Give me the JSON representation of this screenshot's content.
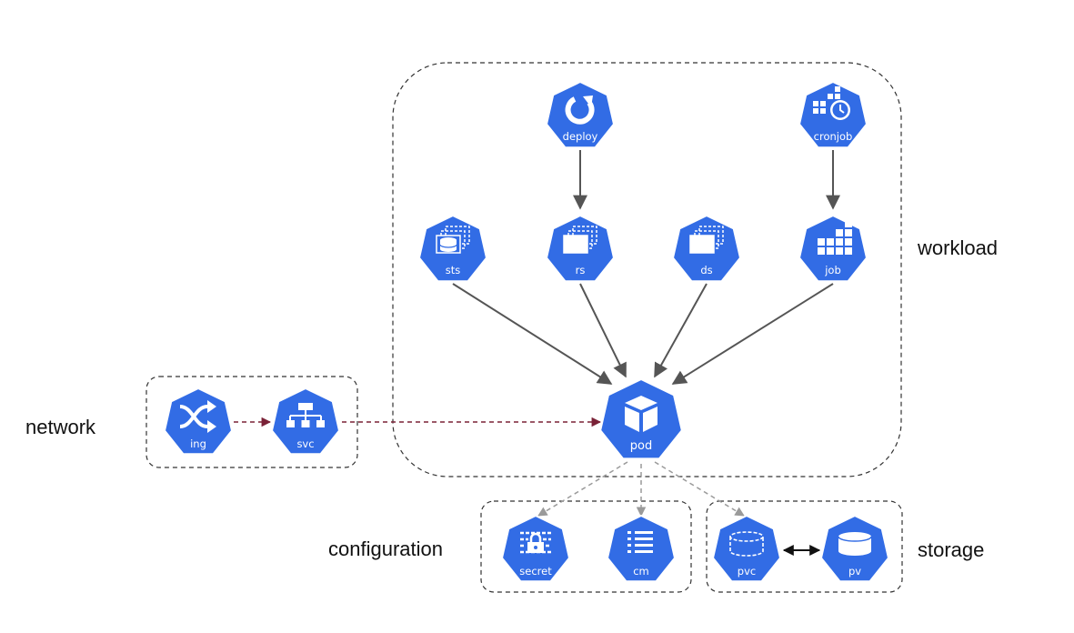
{
  "colors": {
    "node_fill": "#326ce5",
    "node_stroke": "#ffffff",
    "edge_solid": "#555555",
    "edge_config": "#999999",
    "edge_network": "#7a2237",
    "edge_storage": "#111111",
    "group_border": "#333333"
  },
  "groups": {
    "workload": "workload",
    "network": "network",
    "configuration": "configuration",
    "storage": "storage"
  },
  "nodes": {
    "deploy": {
      "label": "deploy",
      "icon": "deploy-refresh-icon"
    },
    "cronjob": {
      "label": "cronjob",
      "icon": "cronjob-clock-icon"
    },
    "sts": {
      "label": "sts",
      "icon": "statefulset-icon"
    },
    "rs": {
      "label": "rs",
      "icon": "replicaset-icon"
    },
    "ds": {
      "label": "ds",
      "icon": "daemonset-icon"
    },
    "job": {
      "label": "job",
      "icon": "job-grid-icon"
    },
    "pod": {
      "label": "pod",
      "icon": "pod-cube-icon"
    },
    "ing": {
      "label": "ing",
      "icon": "ingress-shuffle-icon"
    },
    "svc": {
      "label": "svc",
      "icon": "service-tree-icon"
    },
    "secret": {
      "label": "secret",
      "icon": "secret-lock-icon"
    },
    "cm": {
      "label": "cm",
      "icon": "configmap-list-icon"
    },
    "pvc": {
      "label": "pvc",
      "icon": "pvc-disk-icon"
    },
    "pv": {
      "label": "pv",
      "icon": "pv-disk-icon"
    }
  }
}
